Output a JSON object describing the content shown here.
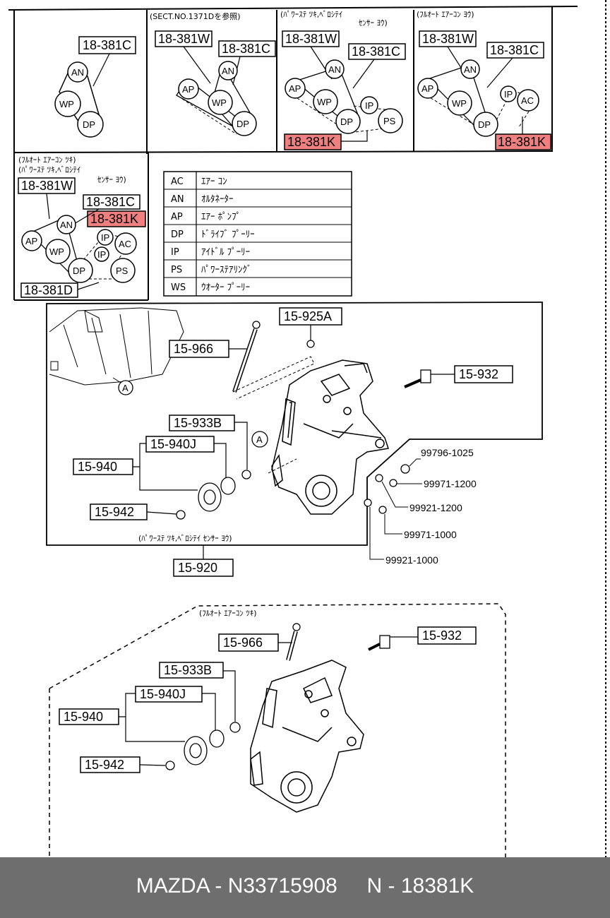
{
  "top_section": {
    "panel1": {
      "code": "18-381C",
      "pulleys": [
        "AN",
        "WP",
        "DP"
      ]
    },
    "panel2": {
      "note": "(SECT.NO.1371Dを参照)",
      "code_w": "18-381W",
      "code_c": "18-381C",
      "pulleys": [
        "AN",
        "AP",
        "WP",
        "DP"
      ]
    },
    "panel3": {
      "note_line1": "(ﾊﾟﾜｰｽﾃ ﾂｷ,ﾍﾞﾛｼﾃｲ",
      "note_line2": "ｾﾝｻｰ ﾖｳ)",
      "code_w": "18-381W",
      "code_c": "18-381C",
      "code_k": "18-381K",
      "pulleys": [
        "AN",
        "AP",
        "WP",
        "IP",
        "DP",
        "PS"
      ]
    },
    "panel4": {
      "note": "(ﾌﾙｵｰﾄ ｴｱｰｺﾝ ﾖｳ)",
      "code_w": "18-381W",
      "code_c": "18-381C",
      "code_k": "18-381K",
      "pulleys": [
        "AN",
        "AP",
        "WP",
        "IP",
        "AC",
        "DP"
      ]
    },
    "panel5": {
      "note_line1": "(ﾌﾙｵｰﾄ ｴｱｰｺﾝ ﾂｷ)",
      "note_line2": "(ﾊﾟﾜｰｽﾃ ﾂｷ,ﾍﾞﾛｼﾃｲ",
      "note_line3": "ｾﾝｻｰ ﾖｳ)",
      "code_w": "18-381W",
      "code_c": "18-381C",
      "code_k": "18-381K",
      "code_d": "18-381D",
      "pulleys": [
        "AN",
        "AP",
        "WP",
        "IP",
        "AC",
        "IP",
        "DP",
        "PS"
      ]
    }
  },
  "legend": [
    {
      "abbr": "AC",
      "desc": "ｴｱｰ ｺﾝ"
    },
    {
      "abbr": "AN",
      "desc": "ｵﾙﾀﾈｰﾀｰ"
    },
    {
      "abbr": "AP",
      "desc": "ｴｱｰ ﾎﾟﾝﾌﾟ"
    },
    {
      "abbr": "DP",
      "desc": "ﾄﾞﾗｲﾌﾞ ﾌﾟｰﾘｰ"
    },
    {
      "abbr": "IP",
      "desc": "ｱｲﾄﾞﾙ ﾌﾟｰﾘｰ"
    },
    {
      "abbr": "PS",
      "desc": "ﾊﾟﾜｰｽﾃｱﾘﾝｸﾞ"
    },
    {
      "abbr": "WS",
      "desc": "ｳｵｰﾀｰ ﾌﾟｰﾘｰ"
    }
  ],
  "middle_section": {
    "marker": "A",
    "parts": [
      "15-925A",
      "15-966",
      "15-932",
      "15-933B",
      "15-940J",
      "15-940",
      "15-942",
      "15-920"
    ],
    "bolts": [
      "99796-1025",
      "99971-1200",
      "99921-1200",
      "99971-1000",
      "99921-1000"
    ],
    "note": "(ﾊﾟﾜｰｽﾃ ﾂｷ,ﾍﾞﾛｼﾃｲ ｾﾝｻｰ ﾖｳ)"
  },
  "bottom_section": {
    "note": "(ﾌﾙｵｰﾄ ｴｱｰｺﾝ ﾂｷ)",
    "parts": [
      "15-966",
      "15-932",
      "15-933B",
      "15-940J",
      "15-940",
      "15-942"
    ]
  },
  "footer": {
    "brand": "MAZDA",
    "part_number": "N33715908",
    "code": "N - 18381K",
    "text": "MAZDA - N33715908     N - 18381K"
  },
  "colors": {
    "highlight": "#f08080",
    "footer_bg": "#6e6e6e"
  }
}
